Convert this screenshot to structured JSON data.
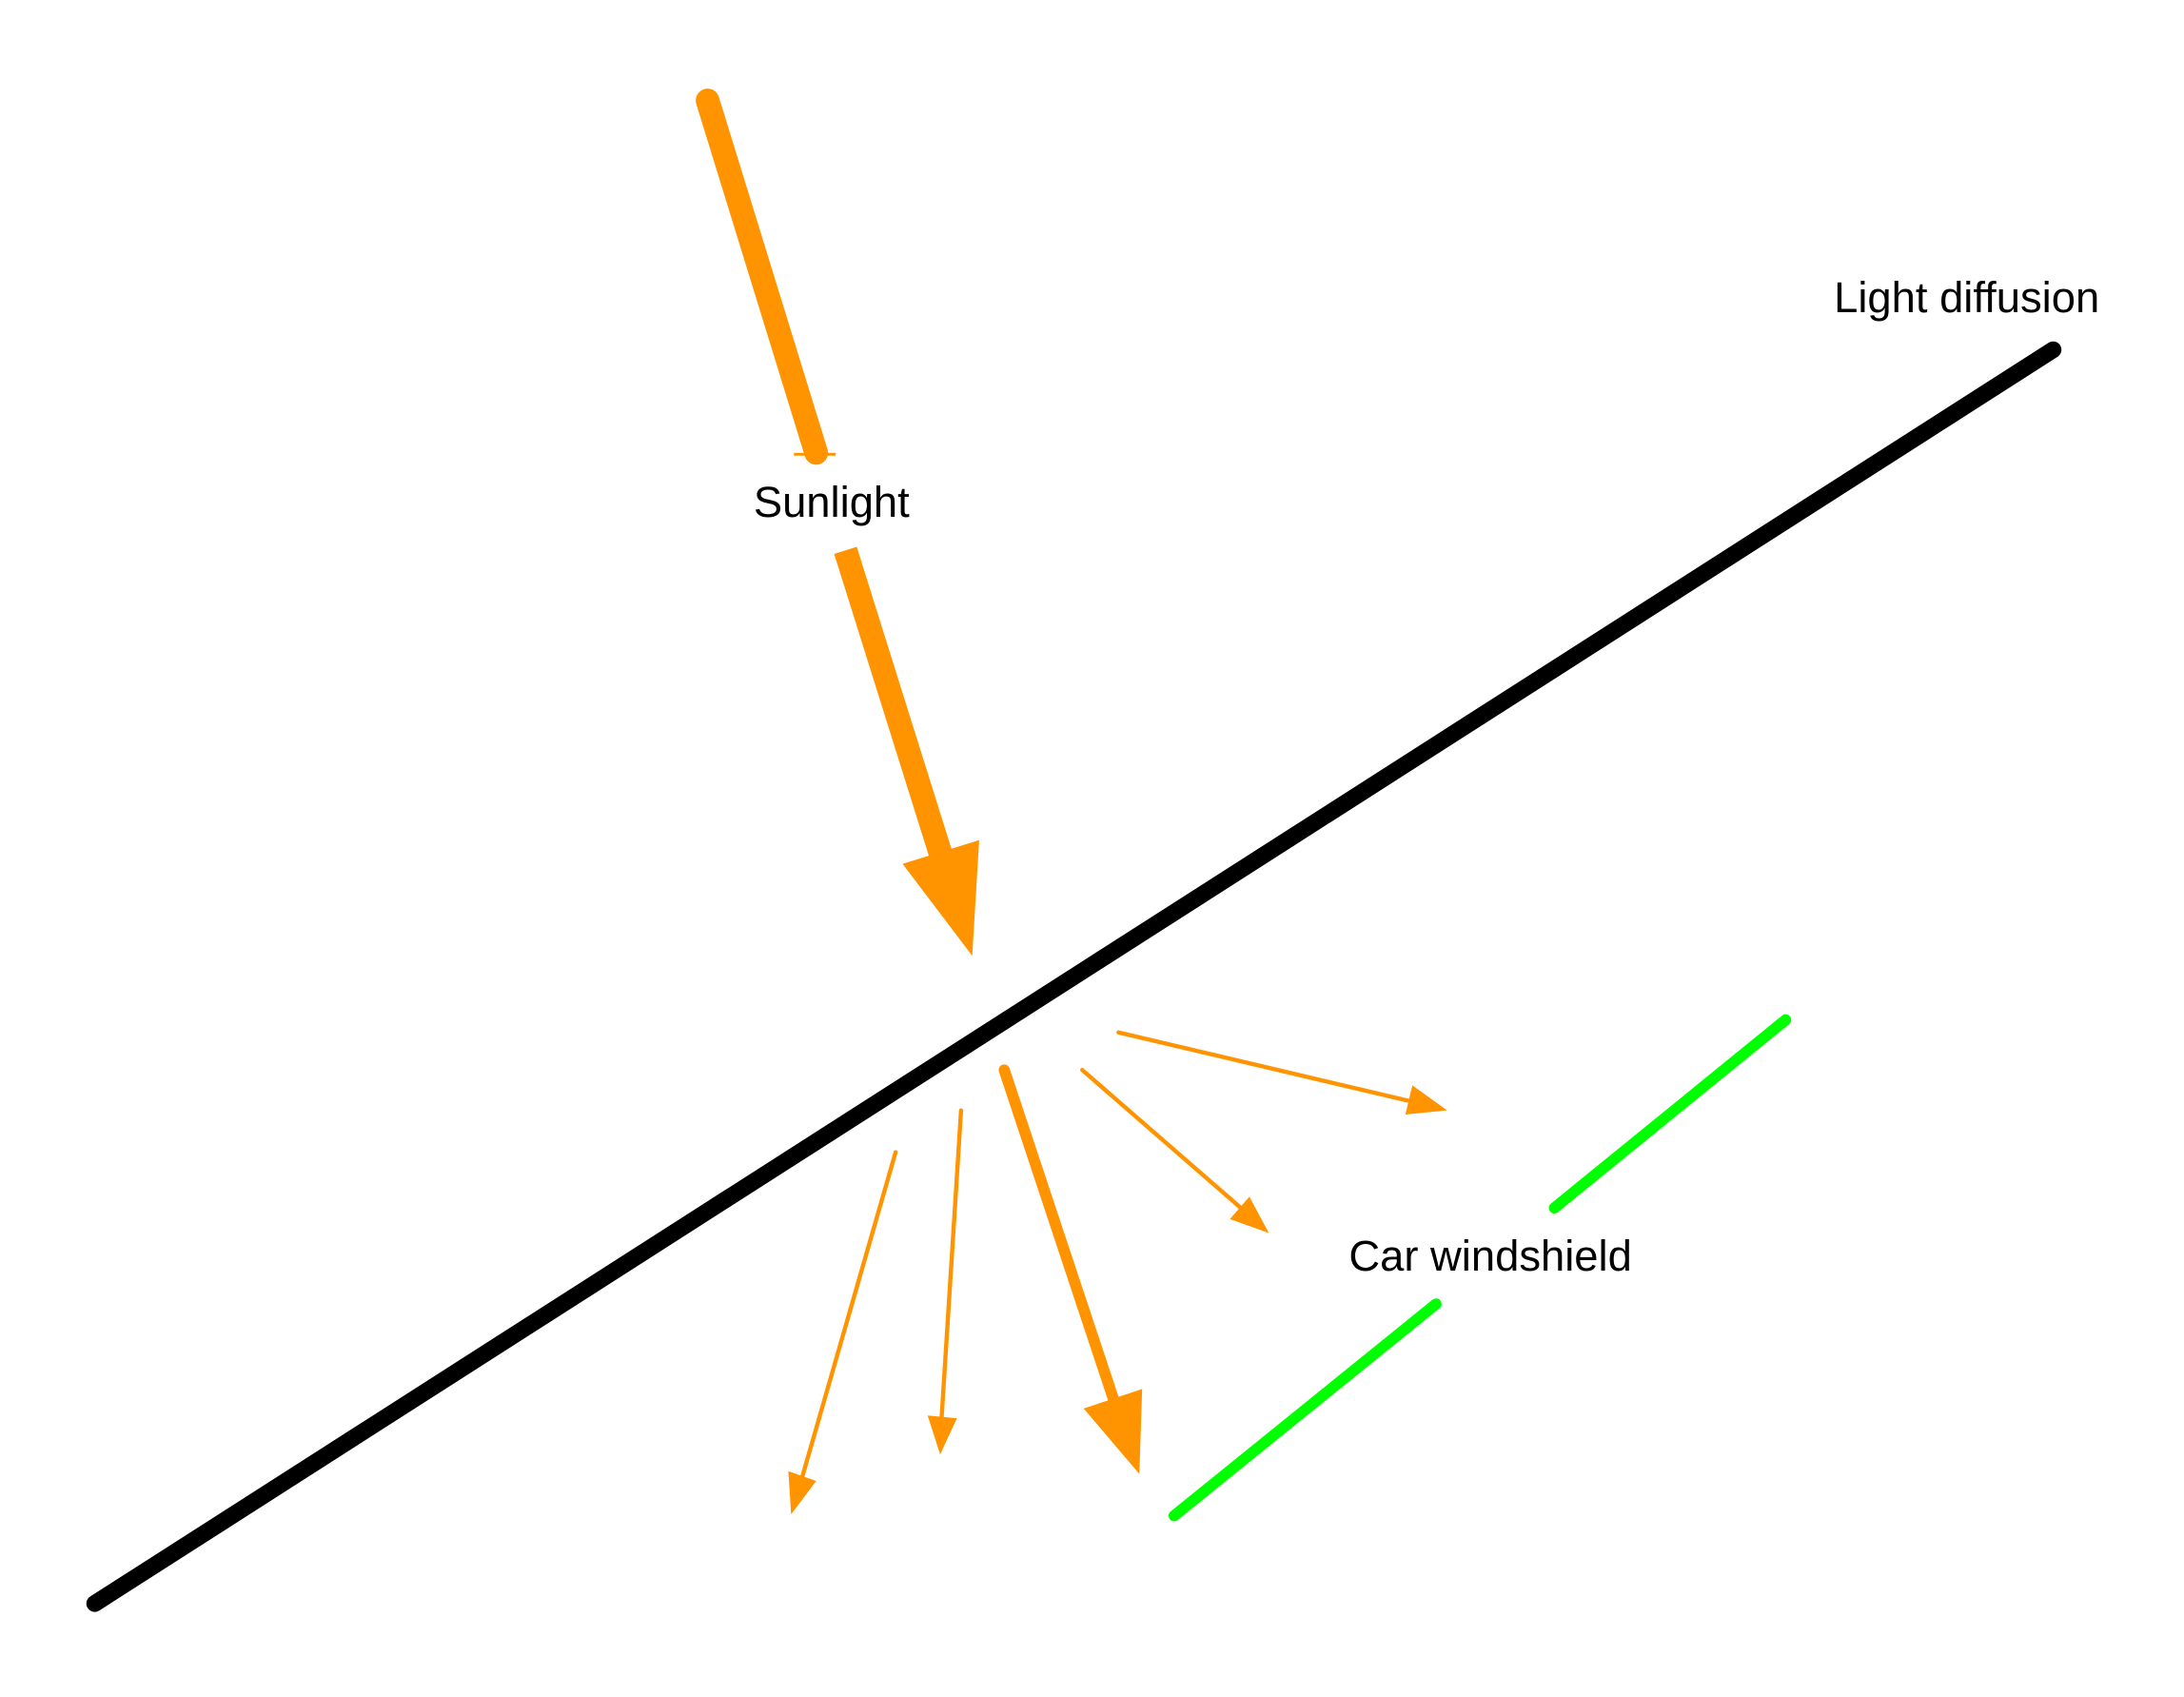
{
  "labels": {
    "sunlight": "Sunlight",
    "light_diffusion": "Light diffusion",
    "car_windshield": "Car windshield"
  },
  "colors": {
    "sunlight": "#ff9400",
    "diffusion_line": "#000000",
    "windshield": "#00ff00"
  }
}
